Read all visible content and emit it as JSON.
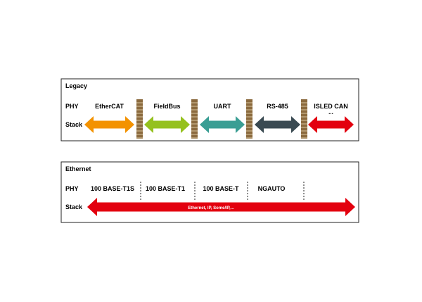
{
  "legacy": {
    "title": "Legacy",
    "row_phy": "PHY",
    "row_stack": "Stack",
    "protocols": [
      {
        "label": "EtherCAT",
        "color": "#f39200"
      },
      {
        "label": "FieldBus",
        "color": "#95c11f"
      },
      {
        "label": "UART",
        "color": "#3a9e94"
      },
      {
        "label": "RS-485",
        "color": "#3a4a52"
      },
      {
        "label": "ISLED CAN",
        "sub": "...",
        "color": "#e3000f"
      }
    ],
    "separator_color": "#8b6a3e"
  },
  "ethernet": {
    "title": "Ethernet",
    "row_phy": "PHY",
    "row_stack": "Stack",
    "phys": [
      "100 BASE-T1S",
      "100 BASE-T1",
      "100 BASE-T",
      "NGAUTO"
    ],
    "stack_label": "Ethernet, IP, Some/IP,...",
    "stack_color": "#e3000f"
  }
}
